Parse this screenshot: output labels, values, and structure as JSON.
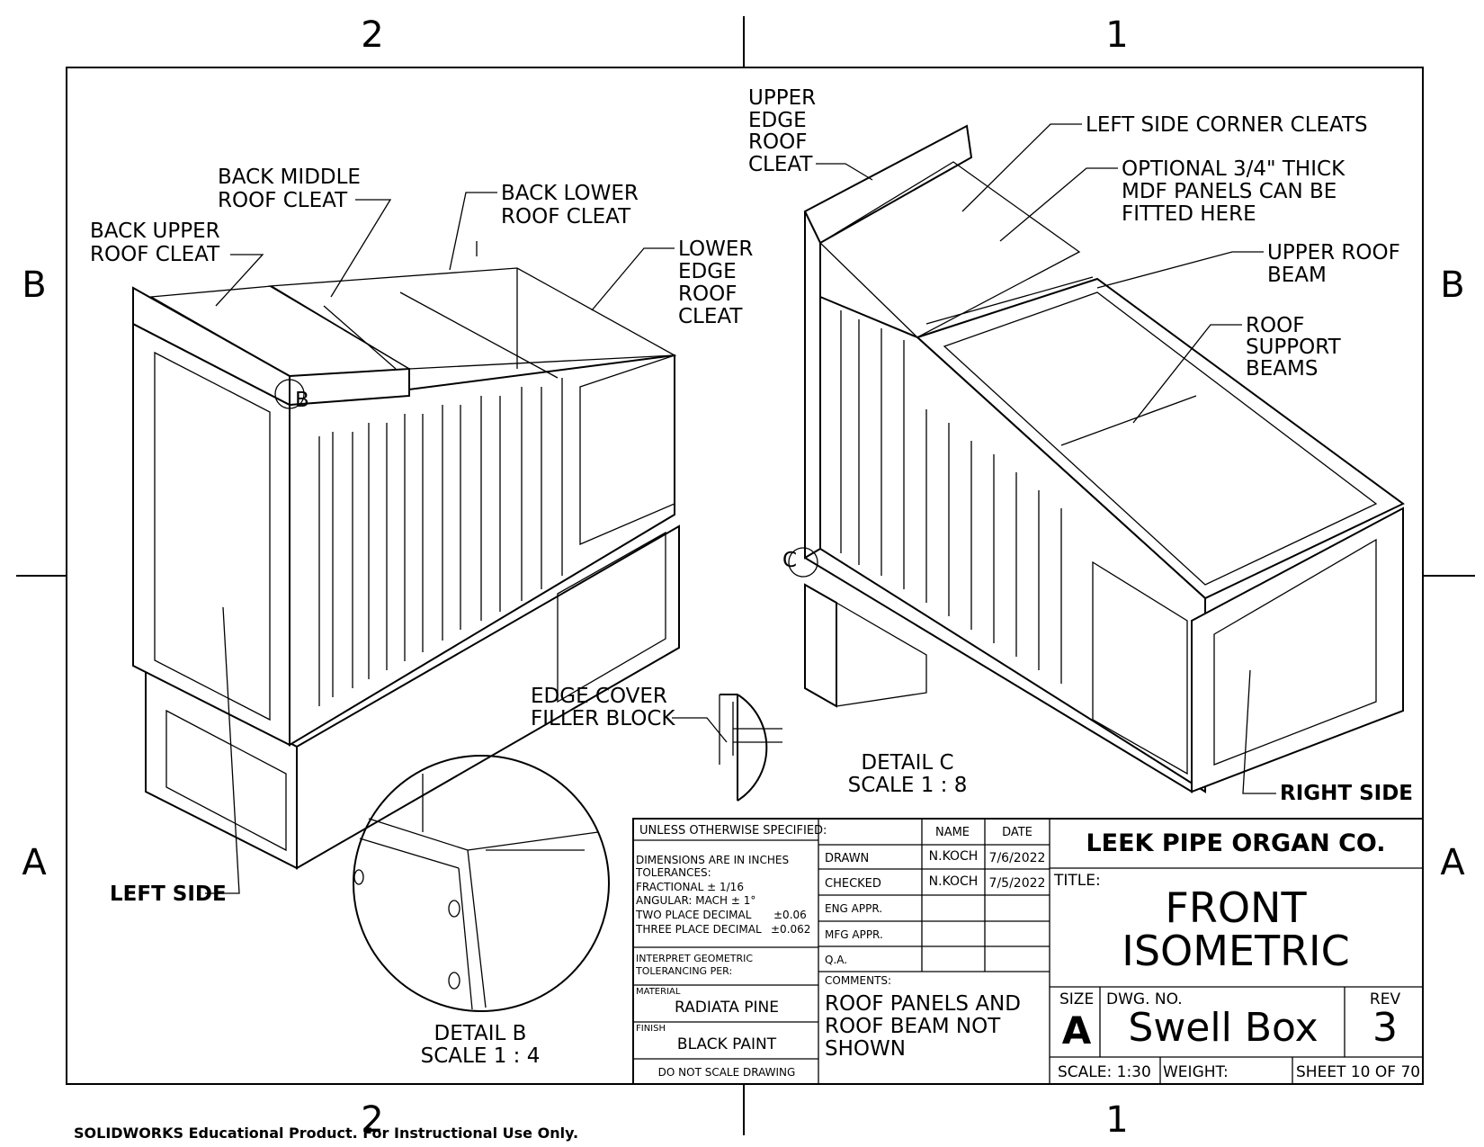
{
  "zones": {
    "col_left": "2",
    "col_right": "1",
    "row_top": "B",
    "row_bottom": "A"
  },
  "left_view": {
    "back_upper_roof_cleat": [
      "BACK UPPER",
      "ROOF CLEAT"
    ],
    "back_middle_roof_cleat": [
      "BACK MIDDLE",
      "ROOF CLEAT"
    ],
    "back_lower_roof_cleat": [
      "BACK LOWER",
      "ROOF CLEAT"
    ],
    "lower_edge_roof_cleat": [
      "LOWER",
      "EDGE",
      "ROOF",
      "CLEAT"
    ],
    "detail_b_marker": "B",
    "side_label": "LEFT SIDE"
  },
  "right_view": {
    "upper_edge_roof_cleat": [
      "UPPER",
      "EDGE",
      "ROOF",
      "CLEAT"
    ],
    "left_side_corner_cleats": "LEFT SIDE CORNER CLEATS",
    "optional_panels": [
      "OPTIONAL 3/4\" THICK",
      "MDF PANELS CAN BE",
      "FITTED HERE"
    ],
    "upper_roof_beam": [
      "UPPER ROOF",
      "BEAM"
    ],
    "roof_support_beams": [
      "ROOF",
      "SUPPORT",
      "BEAMS"
    ],
    "detail_c_marker": "C",
    "side_label": "RIGHT SIDE"
  },
  "detail_c": {
    "callout": [
      "EDGE COVER",
      "FILLER BLOCK"
    ],
    "title": "DETAIL C",
    "scale": "SCALE 1 : 8"
  },
  "detail_b": {
    "title": "DETAIL B",
    "scale": "SCALE 1 : 4"
  },
  "title_block": {
    "unless": "UNLESS OTHERWISE SPECIFIED:",
    "dims": "DIMENSIONS ARE IN INCHES",
    "tolerances": "TOLERANCES:",
    "fractional": "FRACTIONAL ± 1/16",
    "angular": "ANGULAR: MACH ±  1°",
    "two_place": "TWO PLACE DECIMAL",
    "two_place_val": "±0.06",
    "three_place": "THREE PLACE DECIMAL",
    "three_place_val": "±0.062",
    "interpret": "INTERPRET GEOMETRIC",
    "tolerancing": "TOLERANCING PER:",
    "material_label": "MATERIAL",
    "material": "RADIATA PINE",
    "finish_label": "FINISH",
    "finish": "BLACK PAINT",
    "do_not_scale": "DO NOT SCALE DRAWING",
    "name_hdr": "NAME",
    "date_hdr": "DATE",
    "drawn": "DRAWN",
    "drawn_name": "N.KOCH",
    "drawn_date": "7/6/2022",
    "checked": "CHECKED",
    "checked_name": "N.KOCH",
    "checked_date": "7/5/2022",
    "eng": "ENG APPR.",
    "mfg": "MFG APPR.",
    "qa": "Q.A.",
    "comments_label": "COMMENTS:",
    "comments": [
      "ROOF PANELS AND",
      "ROOF BEAM NOT",
      "SHOWN"
    ],
    "company": "LEEK PIPE ORGAN CO.",
    "title_label": "TITLE:",
    "title": [
      "FRONT",
      "ISOMETRIC"
    ],
    "size_label": "SIZE",
    "size": "A",
    "dwg_label": "DWG.  NO.",
    "dwg": "Swell Box",
    "rev_label": "REV",
    "rev": "3",
    "scale": "SCALE: 1:30",
    "weight": "WEIGHT:",
    "sheet": "SHEET 10 OF 70"
  },
  "footer": "SOLIDWORKS Educational Product. For Instructional Use Only."
}
